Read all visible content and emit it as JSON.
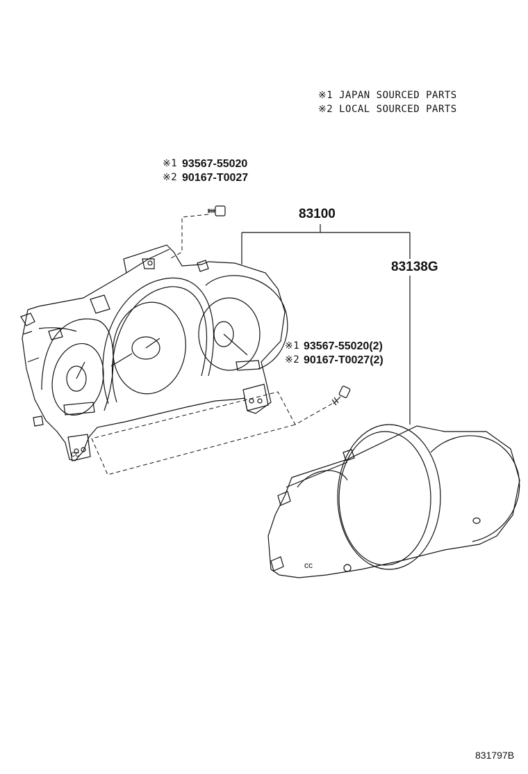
{
  "legend": {
    "note1": "※1 JAPAN SOURCED PARTS",
    "note2": "※2 LOCAL SOURCED PARTS"
  },
  "screw_top": {
    "mark1": "※1",
    "part1": "93567-55020",
    "mark2": "※2",
    "part2": "90167-T0027"
  },
  "screw_right": {
    "mark1": "※1",
    "part1": "93567-55020(2)",
    "mark2": "※2",
    "part2": "90167-T0027(2)"
  },
  "assembly_part": "83100",
  "glass_part": "83138G",
  "drawing_id": "831797B",
  "glass_marks": "cc",
  "cluster_marks": "cc"
}
